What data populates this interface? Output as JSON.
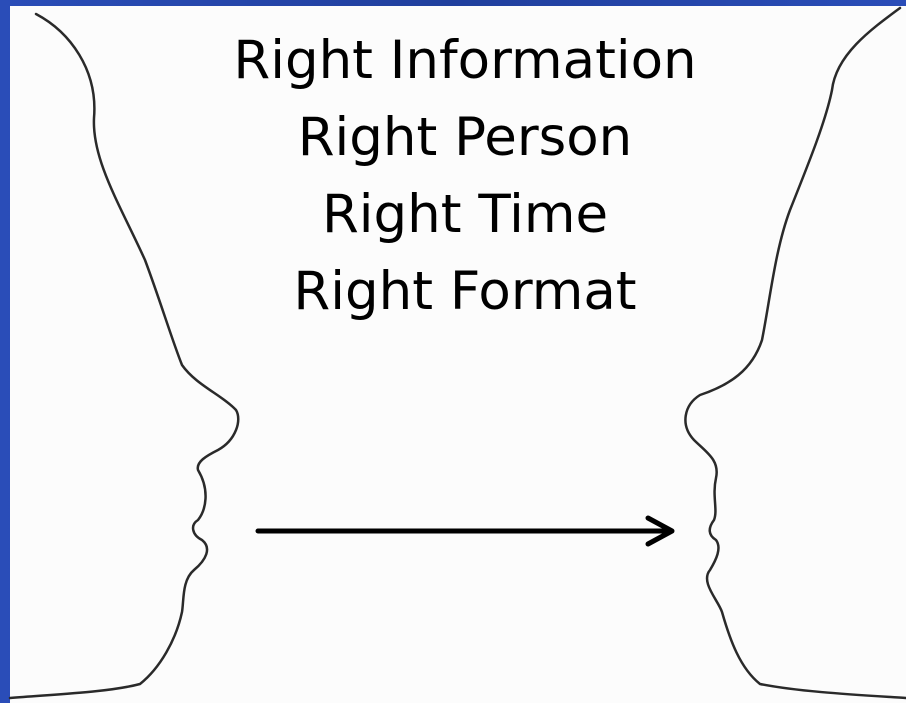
{
  "slide": {
    "lines": [
      "Right Information",
      "Right Person",
      "Right Time",
      "Right Format"
    ]
  },
  "colors": {
    "frame": "#2143a6",
    "background": "#fcfcfc",
    "ink": "#000000",
    "outline": "#2a2a2a"
  },
  "icons": {
    "left_face": "facing-profile-outline",
    "right_face": "facing-profile-outline",
    "arrow": "right-arrow"
  }
}
